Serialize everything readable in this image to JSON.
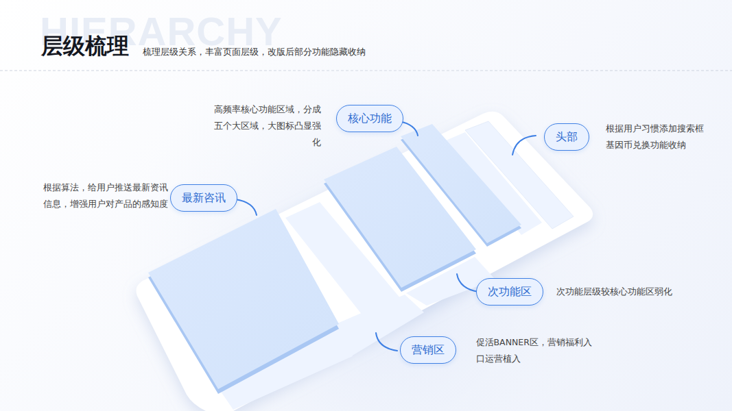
{
  "diagram": {
    "title": "层级梳理",
    "caption": "梳理层级关系，丰富页面层级，改版后部分功能隐藏收纳",
    "nodes": [
      {
        "text": [
          "核心功能",
          "高频率核心功能区域，分成五个大区域，大图标凸显强化"
        ]
      },
      {
        "text": [
          "头部",
          "根据用户习惯添加搜索框基因币兑换功能收纳"
        ]
      },
      {
        "text": [
          "最新咨讯",
          "根据算法，给用户推送最新资讯信息，增强用户对产品的感知度"
        ]
      },
      {
        "text": [
          "次功能区",
          "次功能层级较核心功能区弱化"
        ]
      },
      {
        "text": [
          "营销区",
          "促活BANNER区，营销福利入口运营植入"
        ]
      }
    ],
    "labels": [
      "HIERARCHY"
    ]
  }
}
